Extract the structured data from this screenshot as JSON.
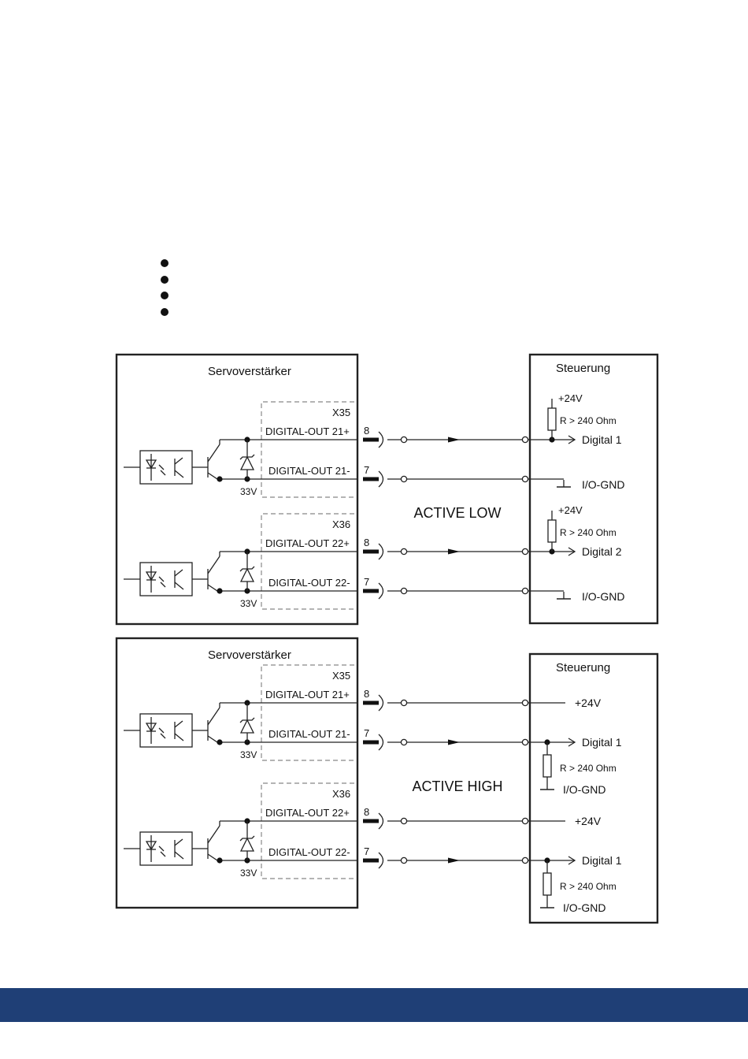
{
  "colors": {
    "footer": "#1f3f76",
    "line": "#222222",
    "dashed": "#888888"
  },
  "bullets": 4,
  "panels": [
    {
      "mode": "ACTIVE LOW",
      "left_title": "Servoverstärker",
      "right_title": "Steuerung",
      "channels": [
        {
          "connector": "X35",
          "out_plus": "DIGITAL-OUT 21+",
          "out_minus": "DIGITAL-OUT 21-",
          "pin_plus": "8",
          "pin_minus": "7",
          "clamp": "33V",
          "supply": "+24V",
          "resistor": "R > 240 Ohm",
          "input": "Digital 1",
          "gnd": "I/O-GND"
        },
        {
          "connector": "X36",
          "out_plus": "DIGITAL-OUT 22+",
          "out_minus": "DIGITAL-OUT 22-",
          "pin_plus": "8",
          "pin_minus": "7",
          "clamp": "33V",
          "supply": "+24V",
          "resistor": "R > 240 Ohm",
          "input": "Digital 2",
          "gnd": "I/O-GND"
        }
      ]
    },
    {
      "mode": "ACTIVE HIGH",
      "left_title": "Servoverstärker",
      "right_title": "Steuerung",
      "channels": [
        {
          "connector": "X35",
          "out_plus": "DIGITAL-OUT 21+",
          "out_minus": "DIGITAL-OUT 21-",
          "pin_plus": "8",
          "pin_minus": "7",
          "clamp": "33V",
          "supply": "+24V",
          "resistor": "R > 240 Ohm",
          "input": "Digital 1",
          "gnd": "I/O-GND"
        },
        {
          "connector": "X36",
          "out_plus": "DIGITAL-OUT 22+",
          "out_minus": "DIGITAL-OUT 22-",
          "pin_plus": "8",
          "pin_minus": "7",
          "clamp": "33V",
          "supply": "+24V",
          "resistor": "R > 240 Ohm",
          "input": "Digital 1",
          "gnd": "I/O-GND"
        }
      ]
    }
  ]
}
